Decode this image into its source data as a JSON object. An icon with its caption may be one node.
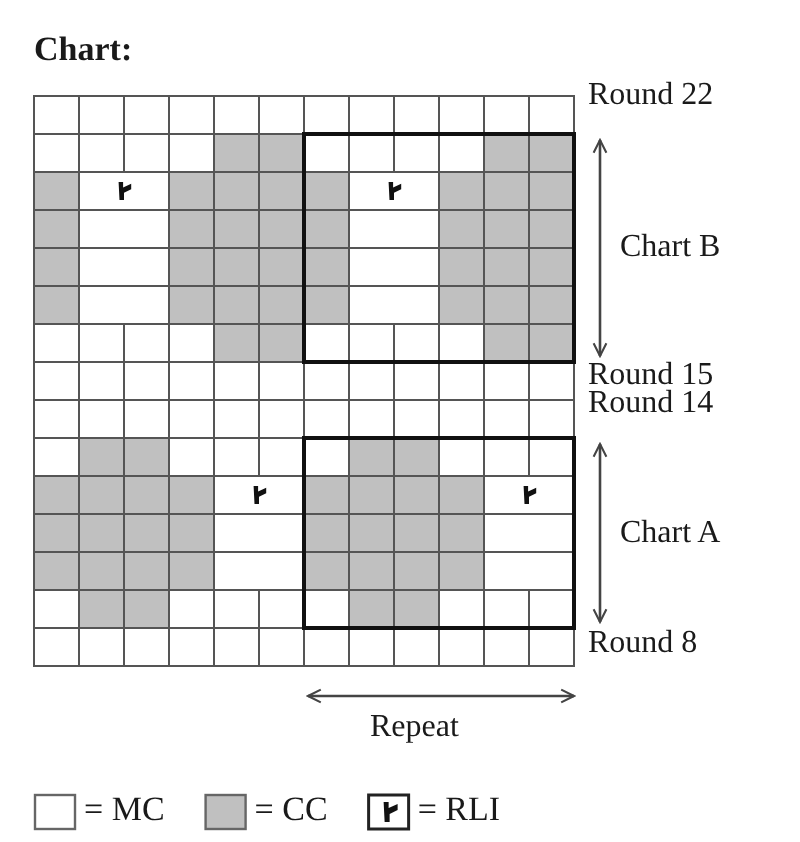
{
  "diagram": {
    "title": "Chart:",
    "nodes": [
      {
        "text": [],
        "shape": "box",
        "beside": [
          "Chart B"
        ]
      },
      {
        "text": [],
        "shape": "box",
        "beside": [
          "Chart A"
        ]
      }
    ],
    "labels": [
      "Round 22",
      "Round 15",
      "Round 14",
      "Round 8",
      "Repeat"
    ],
    "legend": [
      {
        "text": "= MC",
        "color": "#ffffff"
      },
      {
        "text": "= CC",
        "color": "#c0c0c0"
      },
      {
        "text": "= RLI"
      }
    ]
  }
}
